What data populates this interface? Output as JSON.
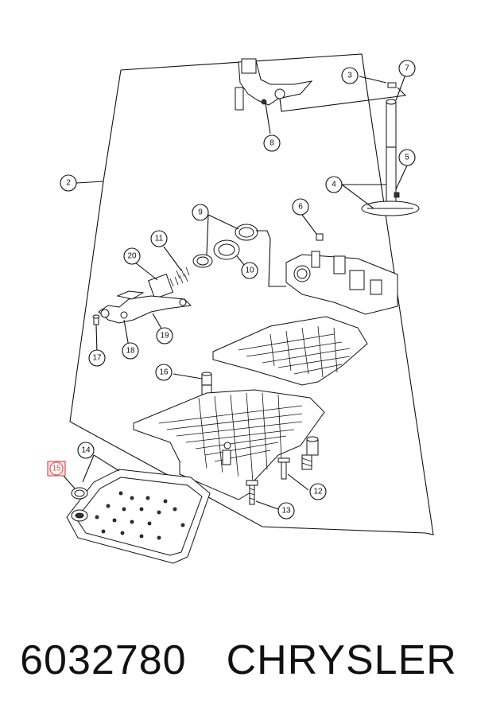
{
  "diagram": {
    "callouts": [
      {
        "id": "c1",
        "label": "2"
      },
      {
        "id": "c2",
        "label": "3"
      },
      {
        "id": "c3",
        "label": "7"
      },
      {
        "id": "c4",
        "label": "8"
      },
      {
        "id": "c5",
        "label": "5"
      },
      {
        "id": "c6",
        "label": "4"
      },
      {
        "id": "c7",
        "label": "9"
      },
      {
        "id": "c8",
        "label": "6"
      },
      {
        "id": "c9",
        "label": "11"
      },
      {
        "id": "c10",
        "label": "20"
      },
      {
        "id": "c11",
        "label": "10"
      },
      {
        "id": "c12",
        "label": "19"
      },
      {
        "id": "c13",
        "label": "18"
      },
      {
        "id": "c14",
        "label": "17"
      },
      {
        "id": "c15",
        "label": "16"
      },
      {
        "id": "c16",
        "label": "14"
      },
      {
        "id": "c17",
        "label": "15"
      },
      {
        "id": "c18",
        "label": "12"
      },
      {
        "id": "c19",
        "label": "13"
      }
    ],
    "highlight_color": "#d9534f"
  },
  "caption": {
    "part_number": "6032780",
    "brand": "CHRYSLER"
  }
}
